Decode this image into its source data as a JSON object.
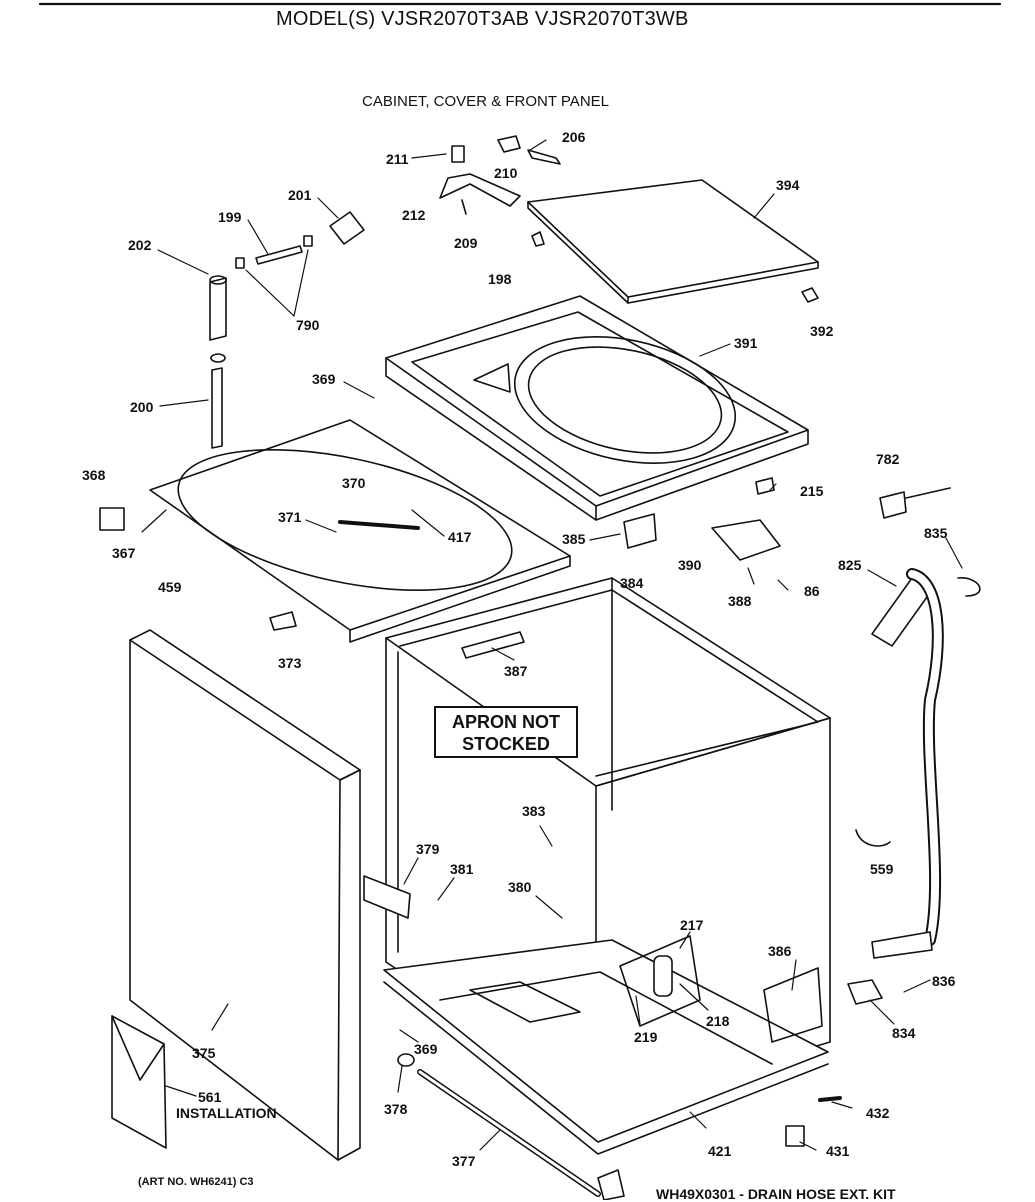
{
  "header": {
    "model_title": "MODEL(S) VJSR2070T3AB  VJSR2070T3WB",
    "section_title": "CABINET, COVER & FRONT PANEL"
  },
  "note": {
    "line1": "APRON NOT",
    "line2": "STOCKED"
  },
  "footer": {
    "art_no": "(ART NO. WH6241) C3",
    "kit": "WH49X0301 - DRAIN HOSE EXT. KIT"
  },
  "callouts": {
    "c206": "206",
    "c211": "211",
    "c210": "210",
    "c212": "212",
    "c209": "209",
    "c201": "201",
    "c199": "199",
    "c202": "202",
    "c790": "790",
    "c198": "198",
    "c394": "394",
    "c392": "392",
    "c391": "391",
    "c369a": "369",
    "c200": "200",
    "c368": "368",
    "c367": "367",
    "c370": "370",
    "c371": "371",
    "c417": "417",
    "c782": "782",
    "c215": "215",
    "c385": "385",
    "c390": "390",
    "c384": "384",
    "c388": "388",
    "c86": "86",
    "c835": "835",
    "c825": "825",
    "c459": "459",
    "c373": "373",
    "c387": "387",
    "c383": "383",
    "c379": "379",
    "c381": "381",
    "c380": "380",
    "c559": "559",
    "c217": "217",
    "c386": "386",
    "c836": "836",
    "c218": "218",
    "c219": "219",
    "c834": "834",
    "c375": "375",
    "c369b": "369",
    "c561": "561",
    "c561_label": "INSTALLATION",
    "c378": "378",
    "c432": "432",
    "c421": "421",
    "c431": "431",
    "c377": "377"
  }
}
